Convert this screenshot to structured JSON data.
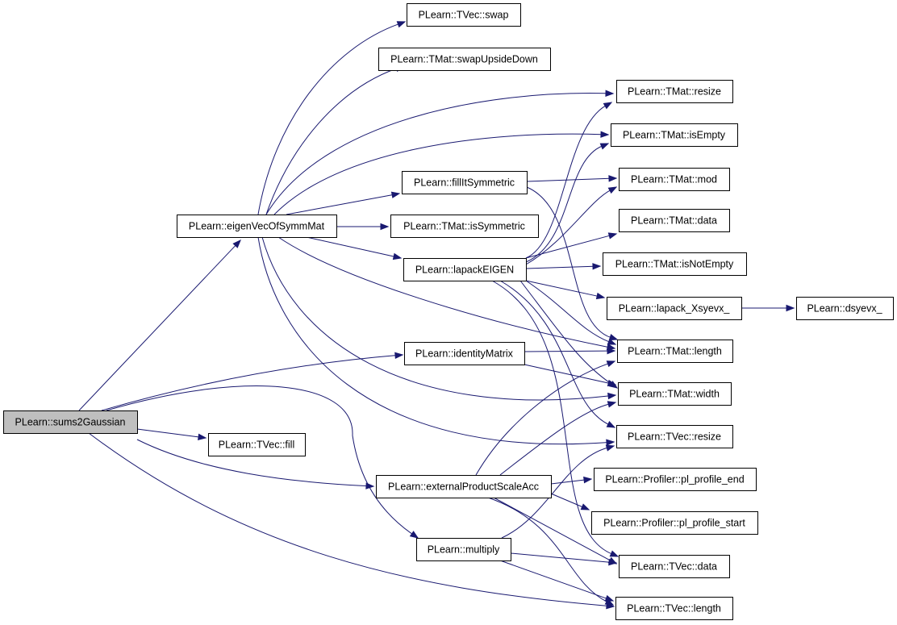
{
  "graph": {
    "edge_color": "#191970",
    "root_fill": "#bfbfbf",
    "nodes": {
      "sums2Gaussian": "PLearn::sums2Gaussian",
      "eigenVecOfSymmMat": "PLearn::eigenVecOfSymmMat",
      "tvec_swap": "PLearn::TVec::swap",
      "tmat_swapUpsideDown": "PLearn::TMat::swapUpsideDown",
      "tmat_resize": "PLearn::TMat::resize",
      "tmat_isEmpty": "PLearn::TMat::isEmpty",
      "fillItSymmetric": "PLearn::fillItSymmetric",
      "tmat_mod": "PLearn::TMat::mod",
      "tmat_isSymmetric": "PLearn::TMat::isSymmetric",
      "tmat_data": "PLearn::TMat::data",
      "lapackEIGEN": "PLearn::lapackEIGEN",
      "tmat_isNotEmpty": "PLearn::TMat::isNotEmpty",
      "lapack_Xsyevx": "PLearn::lapack_Xsyevx_",
      "dsyevx": "PLearn::dsyevx_",
      "identityMatrix": "PLearn::identityMatrix",
      "tmat_length": "PLearn::TMat::length",
      "tmat_width": "PLearn::TMat::width",
      "tvec_fill": "PLearn::TVec::fill",
      "tvec_resize": "PLearn::TVec::resize",
      "externalProductScaleAcc": "PLearn::externalProductScaleAcc",
      "pl_profile_end": "PLearn::Profiler::pl_profile_end",
      "pl_profile_start": "PLearn::Profiler::pl_profile_start",
      "multiply": "PLearn::multiply",
      "tvec_data": "PLearn::TVec::data",
      "tvec_length": "PLearn::TVec::length"
    },
    "edges": [
      [
        "sums2Gaussian",
        "eigenVecOfSymmMat"
      ],
      [
        "sums2Gaussian",
        "identityMatrix"
      ],
      [
        "sums2Gaussian",
        "tvec_fill"
      ],
      [
        "sums2Gaussian",
        "externalProductScaleAcc"
      ],
      [
        "sums2Gaussian",
        "multiply"
      ],
      [
        "sums2Gaussian",
        "tvec_length"
      ],
      [
        "eigenVecOfSymmMat",
        "tvec_swap"
      ],
      [
        "eigenVecOfSymmMat",
        "tmat_swapUpsideDown"
      ],
      [
        "eigenVecOfSymmMat",
        "tmat_resize"
      ],
      [
        "eigenVecOfSymmMat",
        "tmat_isEmpty"
      ],
      [
        "eigenVecOfSymmMat",
        "fillItSymmetric"
      ],
      [
        "eigenVecOfSymmMat",
        "tmat_isSymmetric"
      ],
      [
        "eigenVecOfSymmMat",
        "lapackEIGEN"
      ],
      [
        "eigenVecOfSymmMat",
        "tmat_length"
      ],
      [
        "eigenVecOfSymmMat",
        "tmat_width"
      ],
      [
        "eigenVecOfSymmMat",
        "tvec_resize"
      ],
      [
        "fillItSymmetric",
        "tmat_mod"
      ],
      [
        "fillItSymmetric",
        "tmat_length"
      ],
      [
        "lapackEIGEN",
        "tmat_resize"
      ],
      [
        "lapackEIGEN",
        "tmat_isEmpty"
      ],
      [
        "lapackEIGEN",
        "tmat_mod"
      ],
      [
        "lapackEIGEN",
        "tmat_data"
      ],
      [
        "lapackEIGEN",
        "tmat_isNotEmpty"
      ],
      [
        "lapackEIGEN",
        "lapack_Xsyevx"
      ],
      [
        "lapackEIGEN",
        "tmat_length"
      ],
      [
        "lapackEIGEN",
        "tmat_width"
      ],
      [
        "lapackEIGEN",
        "tvec_resize"
      ],
      [
        "lapackEIGEN",
        "tvec_data"
      ],
      [
        "lapack_Xsyevx",
        "dsyevx"
      ],
      [
        "identityMatrix",
        "tmat_length"
      ],
      [
        "identityMatrix",
        "tmat_width"
      ],
      [
        "externalProductScaleAcc",
        "tmat_length"
      ],
      [
        "externalProductScaleAcc",
        "tmat_width"
      ],
      [
        "externalProductScaleAcc",
        "pl_profile_end"
      ],
      [
        "externalProductScaleAcc",
        "pl_profile_start"
      ],
      [
        "externalProductScaleAcc",
        "tvec_data"
      ],
      [
        "externalProductScaleAcc",
        "tvec_length"
      ],
      [
        "multiply",
        "tvec_resize"
      ],
      [
        "multiply",
        "tvec_data"
      ],
      [
        "multiply",
        "tvec_length"
      ]
    ]
  }
}
